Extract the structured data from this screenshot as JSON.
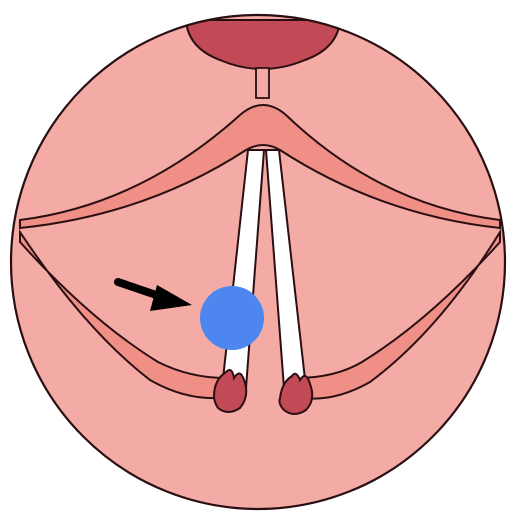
{
  "diagram": {
    "subject": "larynx-view-with-vocal-cord-lesion",
    "colors": {
      "background": "#ffffff",
      "mucosa": "#f5aba5",
      "fold": "#ef8f86",
      "dark_tissue": "#c24a57",
      "outline": "#2a0f12",
      "lesion": "#4c86ee",
      "cord": "#ffffff",
      "arrow": "#000000"
    },
    "elements": [
      {
        "id": "scope-circle",
        "icon": "circular-view"
      },
      {
        "id": "epiglottis-top",
        "icon": "epiglottis"
      },
      {
        "id": "vestibular-fold-left",
        "icon": "fold"
      },
      {
        "id": "vestibular-fold-right",
        "icon": "fold"
      },
      {
        "id": "vocal-cord-left",
        "icon": "vocal-cord"
      },
      {
        "id": "vocal-cord-right",
        "icon": "vocal-cord"
      },
      {
        "id": "arytenoid-left",
        "icon": "arytenoid"
      },
      {
        "id": "arytenoid-right",
        "icon": "arytenoid"
      },
      {
        "id": "lesion-blue",
        "icon": "lesion"
      },
      {
        "id": "pointer-arrow",
        "icon": "arrow"
      }
    ]
  }
}
